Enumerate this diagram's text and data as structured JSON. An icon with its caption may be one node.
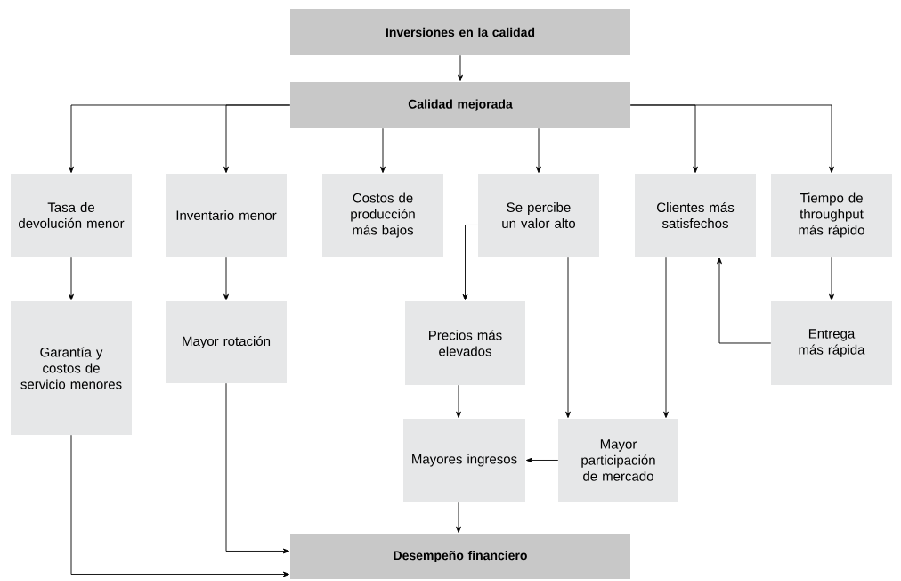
{
  "diagram": {
    "nodes": [
      {
        "text": [
          "Inversiones en la calidad"
        ]
      },
      {
        "text": [
          "Calidad mejorada"
        ]
      },
      {
        "text": [
          "Tasa de devolución menor"
        ]
      },
      {
        "text": [
          "Inventario menor"
        ]
      },
      {
        "text": [
          "Costos de producción más bajos"
        ]
      },
      {
        "text": [
          "Se percibe un valor alto"
        ]
      },
      {
        "text": [
          "Clientes más satisfechos"
        ]
      },
      {
        "text": [
          "Tiempo de throughput más rápido"
        ]
      },
      {
        "text": [
          "Garantía y costos de servicio menores"
        ]
      },
      {
        "text": [
          "Mayor rotación"
        ]
      },
      {
        "text": [
          "Precios más elevados"
        ]
      },
      {
        "text": [
          "Entrega más rápida"
        ]
      },
      {
        "text": [
          "Mayores ingresos"
        ]
      },
      {
        "text": [
          "Mayor participación de mercado"
        ]
      },
      {
        "text": [
          "Desempeño financiero"
        ]
      }
    ],
    "edges": [
      {
        "from": 0,
        "to": 1,
        "arrow": "to"
      },
      {
        "from": 1,
        "to": 2,
        "arrow": "to"
      },
      {
        "from": 1,
        "to": 3,
        "arrow": "to"
      },
      {
        "from": 1,
        "to": 4,
        "arrow": "to"
      },
      {
        "from": 1,
        "to": 5,
        "arrow": "to"
      },
      {
        "from": 1,
        "to": 6,
        "arrow": "to"
      },
      {
        "from": 1,
        "to": 7,
        "arrow": "to"
      },
      {
        "from": 2,
        "to": 8,
        "arrow": "to"
      },
      {
        "from": 3,
        "to": 9,
        "arrow": "to"
      },
      {
        "from": 5,
        "to": 10,
        "arrow": "to"
      },
      {
        "from": 5,
        "to": 13,
        "arrow": "to"
      },
      {
        "from": 6,
        "to": 13,
        "arrow": "to"
      },
      {
        "from": 7,
        "to": 11,
        "arrow": "to"
      },
      {
        "from": 11,
        "to": 6,
        "arrow": "to"
      },
      {
        "from": 10,
        "to": 12,
        "arrow": "to"
      },
      {
        "from": 13,
        "to": 12,
        "arrow": "to"
      },
      {
        "from": 12,
        "to": 14,
        "arrow": "to"
      },
      {
        "from": 9,
        "to": 14,
        "arrow": "to"
      },
      {
        "from": 8,
        "to": 14,
        "arrow": "to"
      }
    ]
  }
}
